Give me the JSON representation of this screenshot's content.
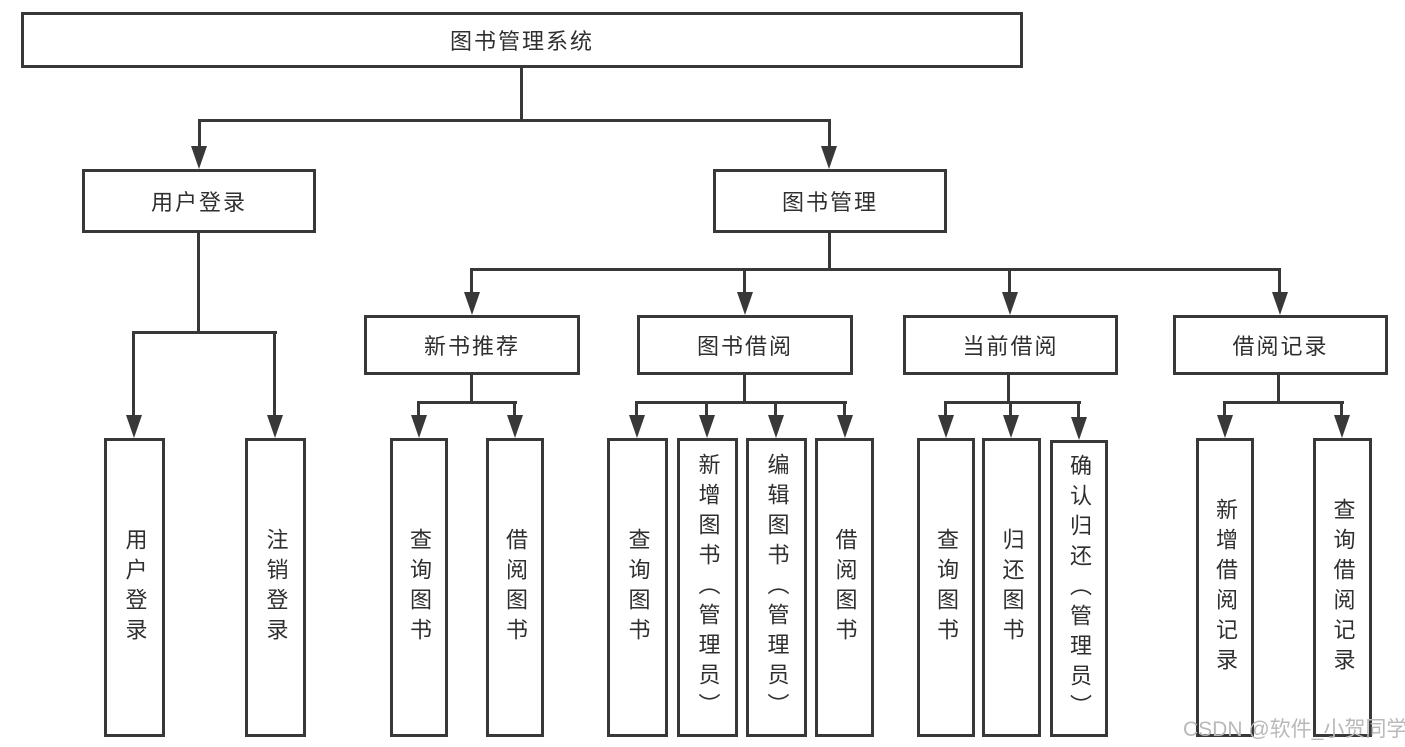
{
  "diagram_title": "图书管理系统",
  "nodes": {
    "root": "图书管理系统",
    "user_login": "用户登录",
    "book_mgmt": "图书管理",
    "new_book_rec": "新书推荐",
    "book_borrow": "图书借阅",
    "current_borrow": "当前借阅",
    "borrow_records": "借阅记录",
    "ul_user_login": "用户登录",
    "ul_logout": "注销登录",
    "nbr_query_book": "查询图书",
    "nbr_borrow_book": "借阅图书",
    "bb_query_book": "查询图书",
    "bb_add_book": "新增图书（管理员）",
    "bb_edit_book": "编辑图书（管理员）",
    "bb_borrow_book": "借阅图书",
    "cb_query_book": "查询图书",
    "cb_return_book": "归还图书",
    "cb_confirm_return": "确认归还（管理员）",
    "br_add_record": "新增借阅记录",
    "br_query_record": "查询借阅记录"
  },
  "hierarchy": {
    "图书管理系统": {
      "用户登录": [
        "用户登录",
        "注销登录"
      ],
      "图书管理": {
        "新书推荐": [
          "查询图书",
          "借阅图书"
        ],
        "图书借阅": [
          "查询图书",
          "新增图书（管理员）",
          "编辑图书（管理员）",
          "借阅图书"
        ],
        "当前借阅": [
          "查询图书",
          "归还图书",
          "确认归还（管理员）"
        ],
        "借阅记录": [
          "新增借阅记录",
          "查询借阅记录"
        ]
      }
    }
  },
  "colors": {
    "line": "#383838",
    "text": "#2f2f2f",
    "background": "#ffffff",
    "watermark_text": "#b9b9b9"
  },
  "watermark": "CSDN @软件_小贺同学"
}
